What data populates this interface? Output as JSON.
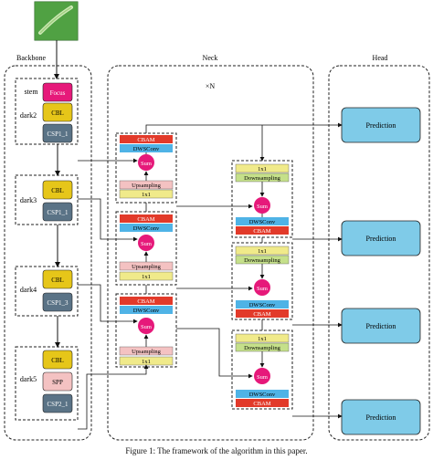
{
  "panels": {
    "backbone": "Backbone",
    "neck": "Neck",
    "head": "Head"
  },
  "backbone": {
    "stem": "stem",
    "focus": "Focus",
    "dark2": "dark2",
    "dark3": "dark3",
    "dark4": "dark4",
    "dark5": "dark5",
    "cbl": "CBL",
    "csp1_1": "CSP1_1",
    "csp1_3": "CSP1_3",
    "spp": "SPP",
    "csp2_1": "CSP2_1"
  },
  "neck": {
    "repeat": "×N",
    "cbam": "CBAM",
    "dwsconv": "DWSConv",
    "sum": "Sum",
    "upsampling": "Upsampling",
    "conv1x1": "1x1",
    "downsampling": "Downsampling"
  },
  "head": {
    "prediction": "Prediction"
  },
  "caption": "Figure 1: The framework of the algorithm in this paper.",
  "colors": {
    "focus": "#e6197a",
    "cbl": "#e6c619",
    "csp": "#5a7386",
    "spp": "#f4c2c2",
    "cbam": "#e23a2a",
    "dwsconv": "#4fb3e6",
    "sum": "#e6197a",
    "upsampling": "#f4c2c2",
    "conv1x1": "#f0ea8a",
    "downsampling": "#c5e08a",
    "prediction": "#7fcbe8",
    "image_bg": "#3f8f3a"
  }
}
